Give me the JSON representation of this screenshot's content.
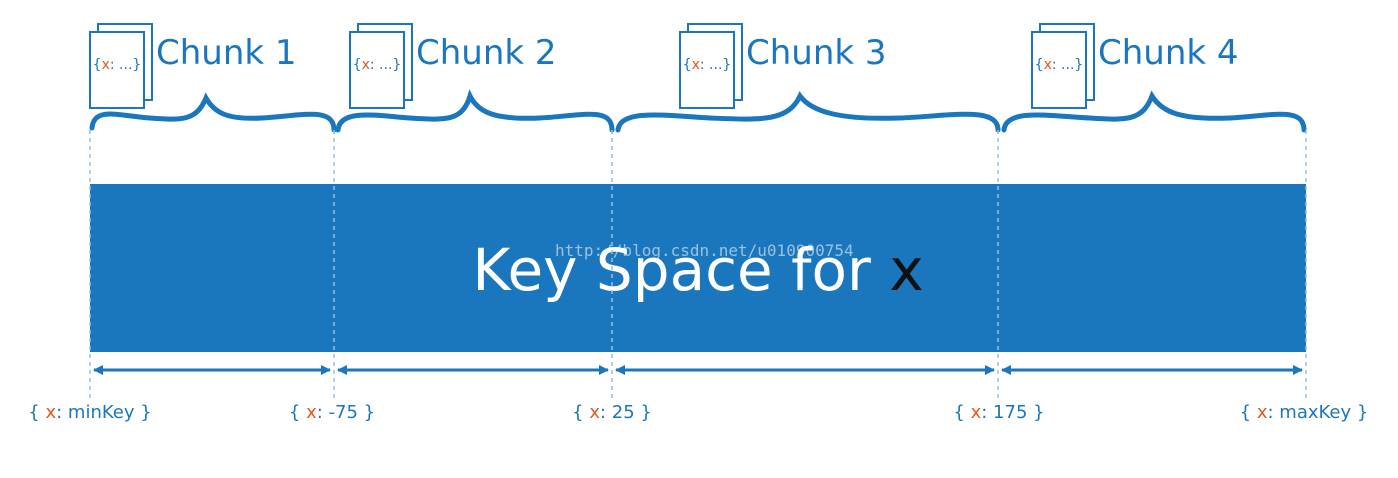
{
  "colors": {
    "brand_blue": "#1a77bd",
    "accent_orange": "#e05a1b",
    "background": "#ffffff",
    "title_variable": "#111111"
  },
  "chunks": [
    {
      "label": "Chunk 1",
      "doc_prefix": "{",
      "doc_key": "x",
      "doc_suffix": ": ...}"
    },
    {
      "label": "Chunk 2",
      "doc_prefix": "{",
      "doc_key": "x",
      "doc_suffix": ": ...}"
    },
    {
      "label": "Chunk 3",
      "doc_prefix": "{",
      "doc_key": "x",
      "doc_suffix": ": ...}"
    },
    {
      "label": "Chunk 4",
      "doc_prefix": "{",
      "doc_key": "x",
      "doc_suffix": ": ...}"
    }
  ],
  "key_space": {
    "label_prefix": "Key Space for ",
    "label_var": "x"
  },
  "watermark": "http://blog.csdn.net/u010900754",
  "boundaries": [
    {
      "prefix": "{ ",
      "key": "x",
      "suffix": ": minKey }"
    },
    {
      "prefix": "{ ",
      "key": "x",
      "suffix": ": -75 }"
    },
    {
      "prefix": "{ ",
      "key": "x",
      "suffix": ": 25 }"
    },
    {
      "prefix": "{ ",
      "key": "x",
      "suffix": ": 175 }"
    },
    {
      "prefix": "{ ",
      "key": "x",
      "suffix": ": maxKey }"
    }
  ]
}
